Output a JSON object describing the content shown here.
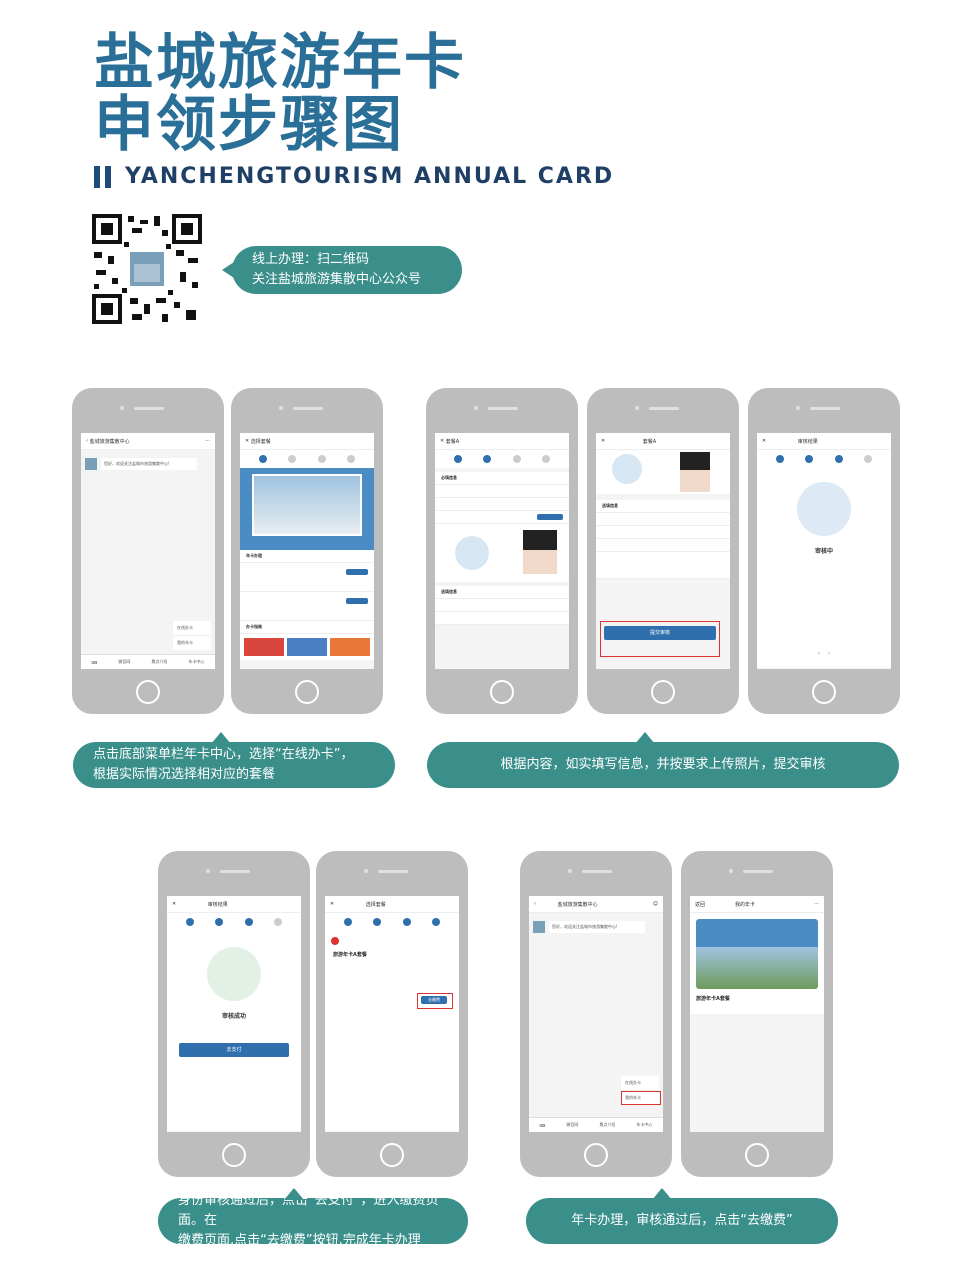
{
  "header": {
    "title_line1": "盐城旅游年卡",
    "title_line2": "申领步骤图",
    "subtitle": "YANCHENGTOURISM ANNUAL CARD"
  },
  "qr_bubble": {
    "line1": "线上办理：扫二维码",
    "line2": "关注盐城旅游集散中心公众号"
  },
  "step1_bubble": {
    "line1": "点击底部菜单栏年卡中心，选择“在线办卡”，",
    "line2": "根据实际情况选择相对应的套餐"
  },
  "step2_bubble": {
    "text": "根据内容，如实填写信息，并按要求上传照片，提交审核"
  },
  "step3_bubble": {
    "line1": "身份审核通过后，点击“去支付”，进入缴费页面。在",
    "line2": "缴费页面,点击“去缴费”按钮,完成年卡办理"
  },
  "step4_bubble": {
    "text": "年卡办理，审核通过后，点击“去缴费”"
  },
  "phone1": {
    "title": "盐城旅游集散中心",
    "greeting": "您好，欢迎关注盐城市旅游集散中心!",
    "menu_online": "在线办卡",
    "menu_mycard": "我的年卡",
    "tab1": "微官网",
    "tab2": "景点介绍",
    "tab3": "年卡中心"
  },
  "phone2": {
    "title": "选择套餐",
    "section1": "年卡办理",
    "section2": "办卡指南"
  },
  "phone3": {
    "title": "套餐A",
    "section_required": "必填信息",
    "section_optional": "选填信息"
  },
  "phone4": {
    "title": "套餐A",
    "section_optional": "选填信息",
    "submit": "提交审核"
  },
  "phone5": {
    "title": "审核结果",
    "status": "审核中"
  },
  "phone6": {
    "title": "审核结果",
    "status": "审核成功",
    "pay": "去支付"
  },
  "phone7": {
    "title": "选择套餐",
    "package": "旅游年卡A套餐",
    "pay_button": "去缴费"
  },
  "phone8": {
    "title": "盐城旅游集散中心",
    "greeting": "您好，欢迎关注盐城市旅游集散中心!",
    "menu_online": "在线办卡",
    "menu_mycard": "我的年卡",
    "tab1": "微官网",
    "tab2": "景点介绍",
    "tab3": "年卡中心"
  },
  "phone9": {
    "back": "返回",
    "title": "我的年卡",
    "package": "旅游年卡A套餐"
  },
  "colors": {
    "title": "#2a6f97",
    "teal_bubble": "#3a8f8b",
    "phone_gray": "#bdbdbd",
    "button_blue": "#2f6fae"
  }
}
